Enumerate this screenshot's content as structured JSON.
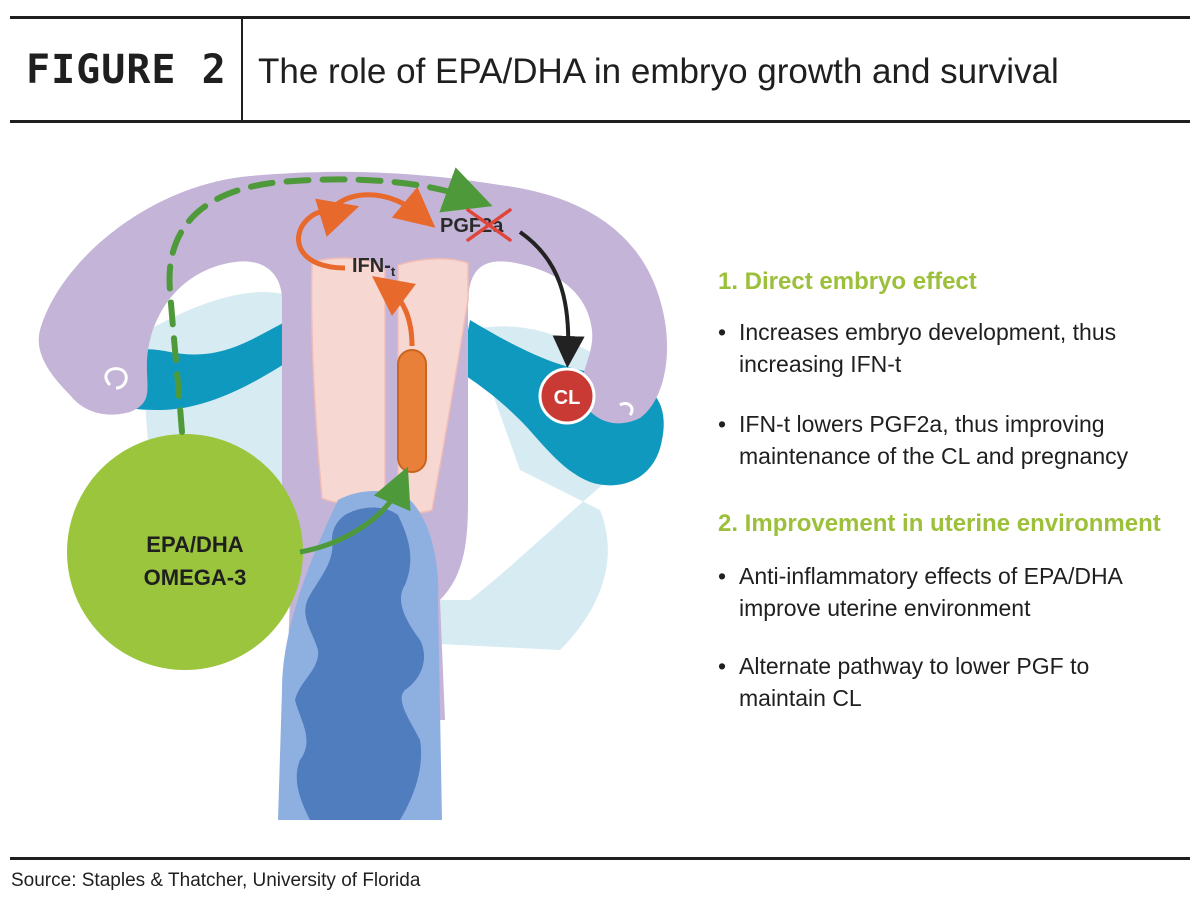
{
  "header": {
    "figure_label": "FIGURE 2",
    "title": "The role of EPA/DHA in embryo growth and survival"
  },
  "diagram": {
    "labels": {
      "pgf2a": "PGF2a",
      "ifn": "IFN-",
      "ifn_sub": "t",
      "cl": "CL",
      "epa_line1": "EPA/DHA",
      "epa_line2": "OMEGA-3"
    },
    "colors": {
      "uterus": "#c4b4d8",
      "uterus_lining": "#f7d7d2",
      "cervix": "#4f7dbd",
      "cervix_light": "#8eb0e0",
      "ovary_teal": "#0f99bf",
      "background_blue": "#d7ebf3",
      "epa_circle": "#9bc53d",
      "orange_arrow": "#e8692c",
      "embryo": "#e8803a",
      "green_dashed": "#4e9a3b",
      "cl_circle": "#c93a35"
    }
  },
  "sections": [
    {
      "title": "1. Direct embryo effect",
      "bullets": [
        {
          "line1": "Increases embryo development, thus",
          "line2": "increasing IFN-t"
        },
        {
          "line1": "IFN-t lowers PGF2a, thus improving",
          "line2": "maintenance of the CL and pregnancy"
        }
      ]
    },
    {
      "title": "2. Improvement in uterine environment",
      "bullets": [
        {
          "line1": "Anti-inflammatory effects of EPA/DHA",
          "line2": "improve uterine environment"
        },
        {
          "line1": "Alternate pathway to lower PGF to",
          "line2": "maintain CL"
        }
      ]
    }
  ],
  "source": "Source: Staples & Thatcher, University of Florida"
}
